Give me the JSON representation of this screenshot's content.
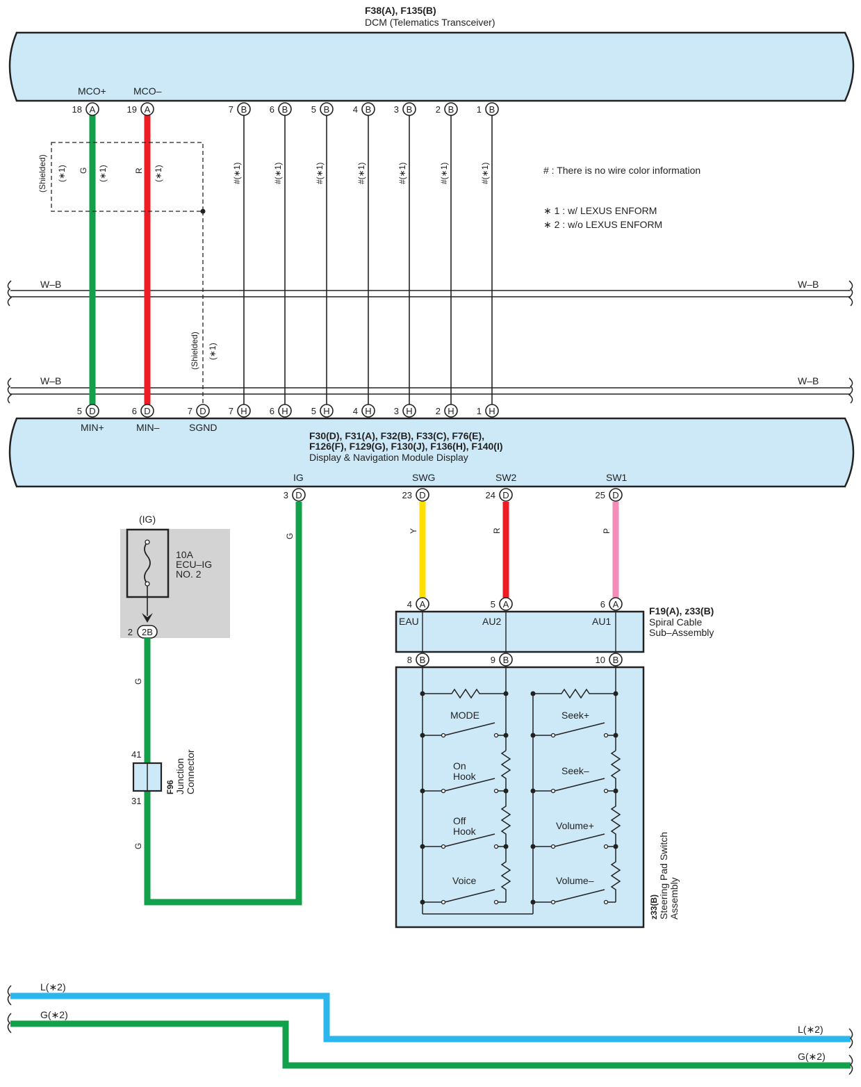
{
  "dcm": {
    "connector_codes": "F38(A), F135(B)",
    "name": "DCM (Telematics Transceiver)",
    "terminals": [
      {
        "name": "MCO+",
        "pin": "18",
        "letter": "A"
      },
      {
        "name": "MCO–",
        "pin": "19",
        "letter": "A"
      }
    ],
    "b_pins": [
      "7",
      "6",
      "5",
      "4",
      "3",
      "2",
      "1"
    ],
    "b_letter": "B"
  },
  "wires_top": {
    "mco_plus_color": "G",
    "mco_minus_color": "R",
    "shield_note": "(∗1)",
    "shielded_label": "(Shielded)",
    "b_wire_label": "#(∗1)"
  },
  "notes": {
    "hash": "# : There is no wire color information",
    "note1": "∗ 1 : w/ LEXUS ENFORM",
    "note2": "∗ 2 : w/o LEXUS ENFORM"
  },
  "ground_bus": {
    "label": "W–B"
  },
  "display": {
    "connector_codes_1": "F30(D), F31(A), F32(B), F33(C), F76(E),",
    "connector_codes_2": "F126(F), F129(G), F130(J), F136(H), F140(I)",
    "name": "Display & Navigation Module Display",
    "top_terminals": [
      {
        "pin": "5",
        "letter": "D",
        "name": "MIN+"
      },
      {
        "pin": "6",
        "letter": "D",
        "name": "MIN–"
      },
      {
        "pin": "7",
        "letter": "D",
        "name": "SGND"
      }
    ],
    "h_pins": [
      "7",
      "6",
      "5",
      "4",
      "3",
      "2",
      "1"
    ],
    "h_letter": "H",
    "bottom_terminals": [
      {
        "name": "IG",
        "pin": "3",
        "letter": "D"
      },
      {
        "name": "SWG",
        "pin": "23",
        "letter": "D"
      },
      {
        "name": "SW2",
        "pin": "24",
        "letter": "D"
      },
      {
        "name": "SW1",
        "pin": "25",
        "letter": "D"
      }
    ]
  },
  "fuse": {
    "header": "(IG)",
    "rating": "10A",
    "name_1": "ECU–IG",
    "name_2": "NO. 2",
    "pin": "2",
    "connector": "2B"
  },
  "junction": {
    "code": "F96",
    "name_1": "Junction",
    "name_2": "Connector",
    "pin_top": "41",
    "pin_bottom": "31"
  },
  "lower_wires": {
    "ig_color": "G",
    "fuse_color": "G",
    "junction_color": "G",
    "swg_color": "Y",
    "sw2_color": "R",
    "sw1_color": "P"
  },
  "spiral": {
    "connector_codes": "F19(A), z33(B)",
    "name_1": "Spiral Cable",
    "name_2": "Sub–Assembly",
    "top_pins": [
      {
        "pin": "4",
        "letter": "A"
      },
      {
        "pin": "5",
        "letter": "A"
      },
      {
        "pin": "6",
        "letter": "A"
      }
    ],
    "labels": [
      "EAU",
      "AU2",
      "AU1"
    ],
    "bottom_pins": [
      {
        "pin": "8",
        "letter": "B"
      },
      {
        "pin": "9",
        "letter": "B"
      },
      {
        "pin": "10",
        "letter": "B"
      }
    ]
  },
  "steering": {
    "code": "z33(B)",
    "name_1": "Steering Pad Switch",
    "name_2": "Assembly",
    "left_switches": [
      "MODE",
      "On",
      "Hook",
      "Off",
      "Hook",
      "Voice"
    ],
    "right_switches": [
      "Seek+",
      "Seek–",
      "Volume+",
      "Volume–"
    ]
  },
  "bottom_lines": {
    "l_label": "L(∗2)",
    "g_label": "G(∗2)"
  },
  "colors": {
    "box_fill": "#cde9f7",
    "green": "#12a14a",
    "red": "#ee1c25",
    "yellow": "#ffe000",
    "pink": "#f48cb9",
    "blue": "#2bb6ee",
    "gray_box": "#d3d3d3"
  }
}
